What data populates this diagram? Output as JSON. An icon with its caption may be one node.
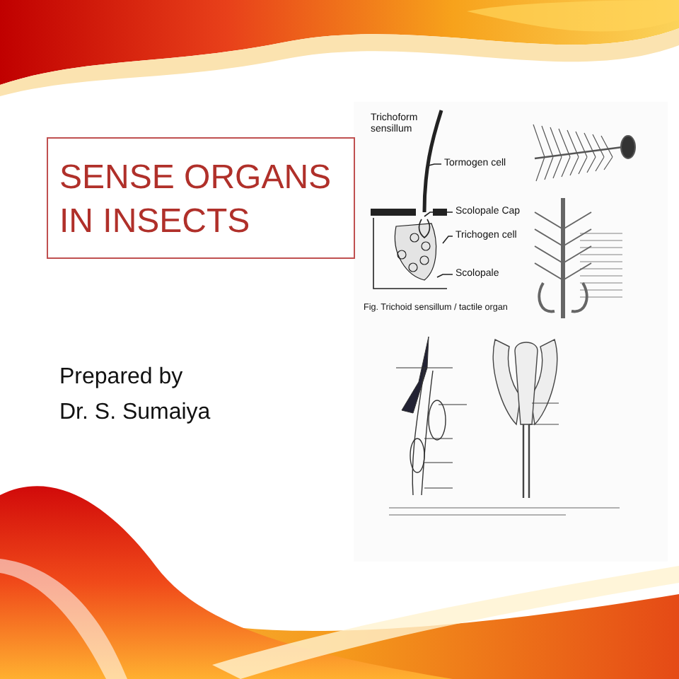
{
  "diagram": {
    "title": "SENSE ORGANS IN INSECTS",
    "nodes": [
      {
        "text": [
          "Trichoform sensillum"
        ]
      },
      {
        "text": [
          "Tormogen cell"
        ]
      },
      {
        "text": [
          "Scolopale Cap"
        ]
      },
      {
        "text": [
          "Trichogen cell"
        ]
      },
      {
        "text": [
          "Scolopale"
        ]
      }
    ],
    "edges": [
      {
        "from": 1,
        "to": null,
        "arrow": "none"
      },
      {
        "from": 2,
        "to": null,
        "arrow": "none"
      },
      {
        "from": 3,
        "to": null,
        "arrow": "none"
      },
      {
        "from": 4,
        "to": null,
        "arrow": "none"
      }
    ],
    "labels": [
      "Prepared by",
      "Dr. S. Sumaiya",
      "Fig. Trichoid sensillum / tactile organ"
    ]
  }
}
